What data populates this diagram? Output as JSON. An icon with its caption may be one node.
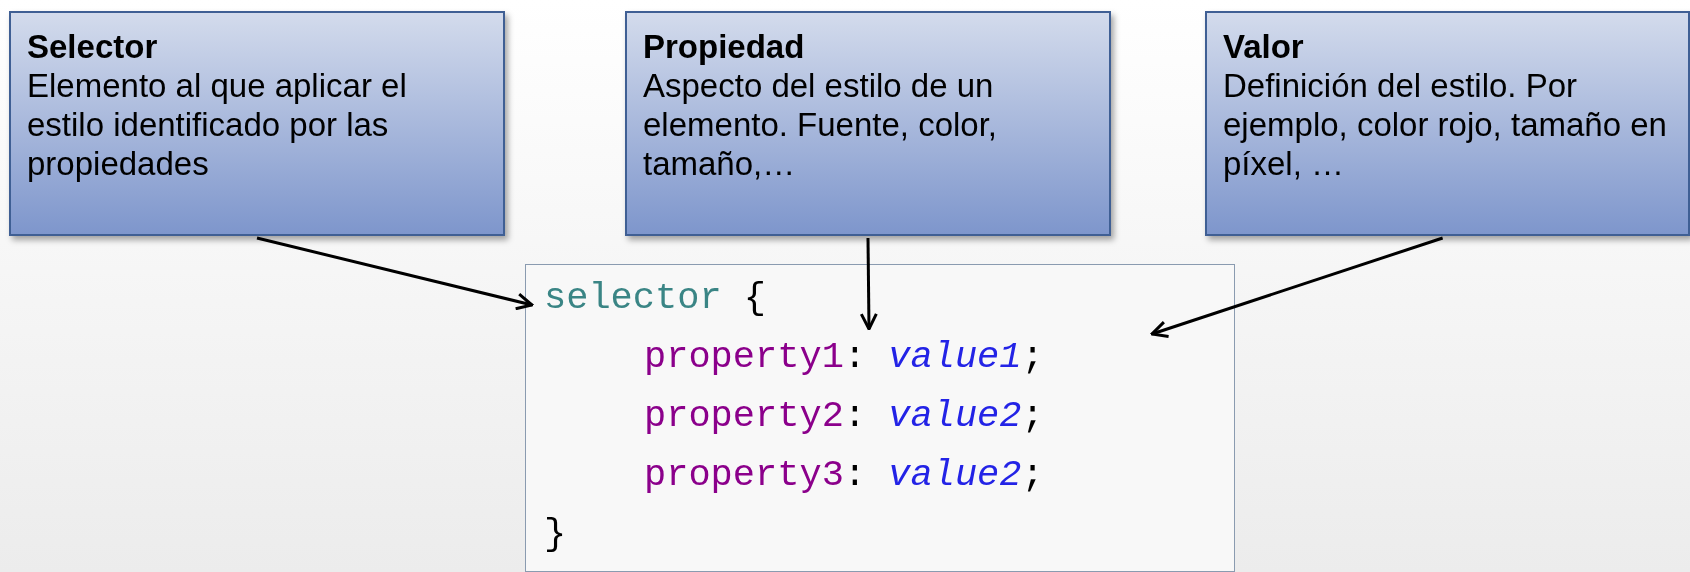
{
  "diagram": {
    "nodes": [
      {
        "text": [
          "Selector",
          "Elemento al que aplicar el estilo identificado por las propiedades"
        ]
      },
      {
        "text": [
          "Propiedad",
          "Aspecto del estilo de un elemento. Fuente, color, tamaño,…"
        ]
      },
      {
        "text": [
          "Valor",
          "Definición del estilo. Por ejemplo, color rojo, tamaño en píxel, …"
        ]
      },
      {
        "text": [
          "selector {",
          "property1: value1;",
          "property2: value2;",
          "property3: value2;",
          "}"
        ]
      }
    ],
    "edges": [
      {
        "from": 0,
        "to": 3,
        "arrow": "to"
      },
      {
        "from": 1,
        "to": 3,
        "arrow": "to"
      },
      {
        "from": 2,
        "to": 3,
        "arrow": "to"
      }
    ]
  }
}
